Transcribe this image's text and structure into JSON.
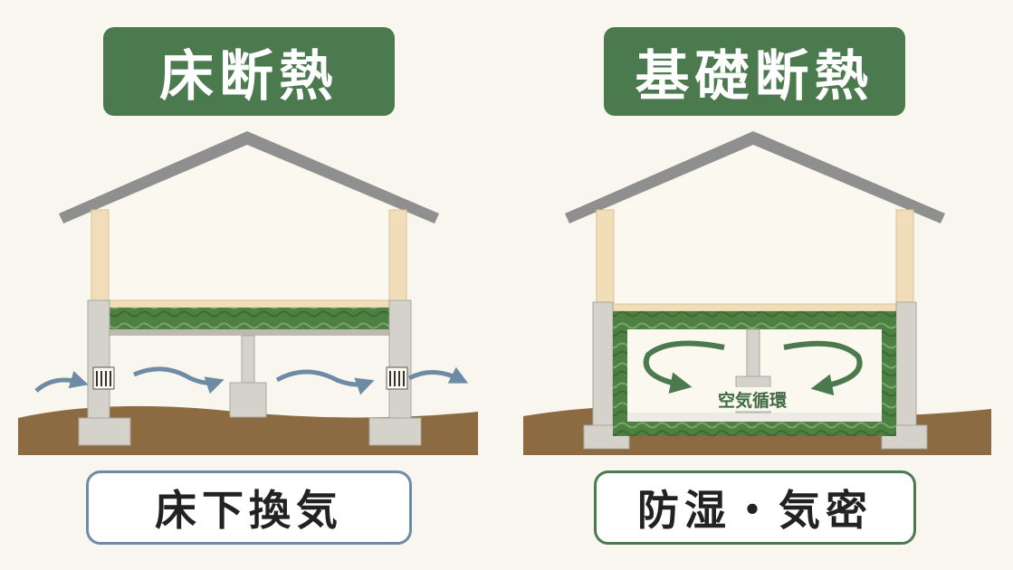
{
  "left_panel": {
    "title": "床断熱",
    "caption": "床下換気"
  },
  "right_panel": {
    "title": "基礎断熱",
    "caption": "防湿・気密",
    "circulation_label": "空気循環"
  },
  "colors": {
    "title_bg": "#4c7a4f",
    "insulation": "#4a7a3e",
    "ventilation_arrow": "#6d8ba5",
    "circulation_arrow": "#4c7a4f",
    "caption_border_left": "#6d8ba5",
    "caption_border_right": "#4c7a4f",
    "soil": "#8c6a42",
    "concrete": "#d4d2ca",
    "roof": "#8f8f8f",
    "wood_post": "#f1deb9"
  }
}
